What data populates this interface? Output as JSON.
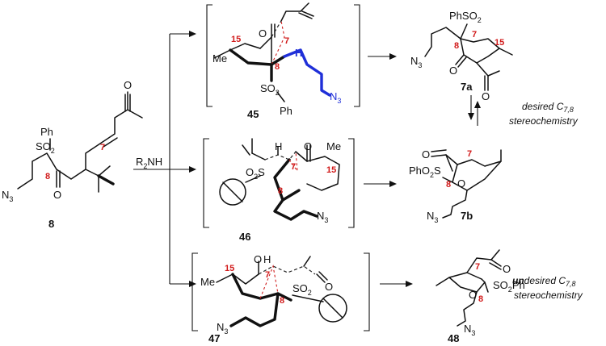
{
  "reagent": {
    "main": "R",
    "sub1": "2",
    "tail": "NH"
  },
  "compounds": {
    "c8": "8",
    "c45": "45",
    "c46": "46",
    "c47": "47",
    "c7a": "7a",
    "c7b": "7b",
    "c48": "48"
  },
  "positions": {
    "p7": "7",
    "p8": "8",
    "p15": "15"
  },
  "atoms": {
    "O": "O",
    "Me": "Me",
    "Ph": "Ph",
    "H": "H",
    "S": "S",
    "SO": "SO",
    "s2": "2",
    "N": "N",
    "s3": "3",
    "PhSO": "PhSO",
    "PhO": "PhO",
    "SO2Ph_a": "SO",
    "SO2Ph_b": "Ph",
    "O2S_a": "O",
    "O2S_b": "S"
  },
  "notes": {
    "desired_l1": "desired C",
    "desired_sub": "7,8",
    "desired_l2": "stereochemistry",
    "undesired_bold": "un",
    "undesired_rest": "desired C",
    "undesired_sub": "7,8",
    "undesired_l2": "stereochemistry"
  }
}
